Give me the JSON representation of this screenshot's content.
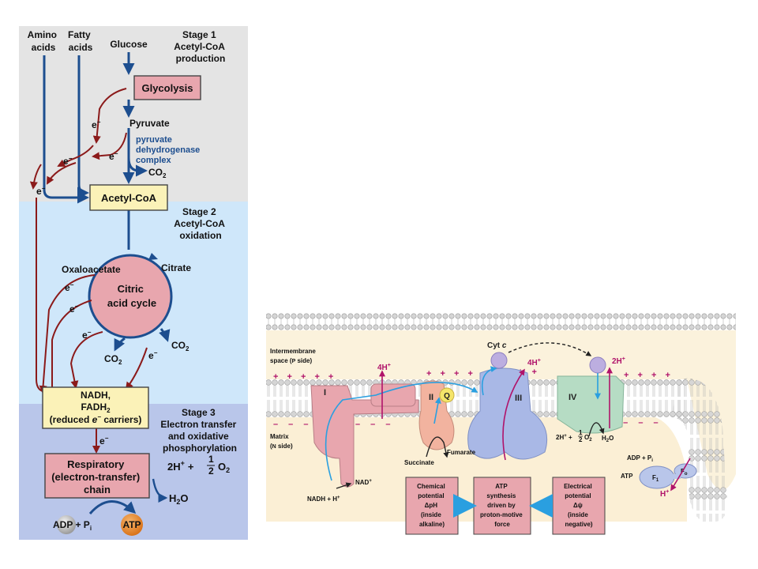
{
  "left": {
    "inputs": [
      "Amino acids",
      "Fatty acids",
      "Glucose"
    ],
    "amino_l1": "Amino",
    "amino_l2": "acids",
    "fatty_l1": "Fatty",
    "fatty_l2": "acids",
    "glucose": "Glucose",
    "stage1": [
      "Stage 1",
      "Acetyl-CoA",
      "production"
    ],
    "stage2": [
      "Stage 2",
      "Acetyl-CoA",
      "oxidation"
    ],
    "stage3": [
      "Stage 3",
      "Electron transfer",
      "and oxidative",
      "phosphorylation"
    ],
    "glycolysis": "Glycolysis",
    "pyruvate": "Pyruvate",
    "pdh": [
      "pyruvate",
      "dehydrogenase",
      "complex"
    ],
    "co2": "CO",
    "co2_sub": "2",
    "acetyl_coa": "Acetyl-CoA",
    "citric_l1": "Citric",
    "citric_l2": "acid cycle",
    "oxaloacetate": "Oxaloacetate",
    "citrate": "Citrate",
    "electron": "e",
    "electron_sup": "−",
    "nadh_l1": "NADH,",
    "nadh_l2": "FADH",
    "nadh_l2_sub": "2",
    "nadh_l3a": "(reduced ",
    "nadh_l3b": " carriers)",
    "resp_l1": "Respiratory",
    "resp_l2": "(electron-transfer)",
    "resp_l3": "chain",
    "h_plus": "2H",
    "h_sup": "+",
    "plus": "+",
    "half_num": "1",
    "half_den": "2",
    "o2": "O",
    "o2_sub": "2",
    "water": "H",
    "water_sub": "2",
    "water_o": "O",
    "adp": "ADP + P",
    "adp_sub": "i",
    "atp": "ATP"
  },
  "right": {
    "ims_l1": "Intermembrane",
    "ims_l2a": "space (",
    "ims_l2b": "P",
    "ims_l2c": " side)",
    "matrix_l1": "Matrix",
    "matrix_l2a": "(",
    "matrix_l2b": "N",
    "matrix_l2c": " side)",
    "cytc": "Cyt ",
    "cytc_i": "c",
    "h4": "4H",
    "h2": "2H",
    "hsup": "+",
    "complex_I": "I",
    "complex_II": "II",
    "complex_III": "III",
    "complex_IV": "IV",
    "q": "Q",
    "succinate": "Succinate",
    "fumarate": "Fumarate",
    "nad": "NAD",
    "nadh": "NADH + H",
    "civ_a": "2H",
    "civ_b": " + ",
    "civ_c": "O",
    "civ_h2o": "H",
    "civ_h2o_b": "O",
    "adp_pi": "ADP + P",
    "pi_sub": "i",
    "atp": "ATP",
    "fo": "F",
    "fo_sub": "o",
    "f1": "F",
    "f1_sub": "1",
    "hplus_out": "H",
    "box1": [
      "Chemical",
      "potential",
      "ΔpH",
      "(inside",
      "alkaline)"
    ],
    "box2": [
      "ATP",
      "synthesis",
      "driven by",
      "proton-motive",
      "force"
    ],
    "box3": [
      "Electrical",
      "potential",
      "Δψ",
      "(inside",
      "negative)"
    ]
  },
  "colors": {
    "stage1_bg": "#e4e4e4",
    "stage2_bg": "#cfe7fa",
    "stage3_bg": "#b9c6ea",
    "pink_box": "#e8a6ae",
    "yellow_box": "#fbf2b8",
    "blue_arrow": "#1d4e8f",
    "red_arrow": "#8b1a1a",
    "magenta": "#b0136a",
    "cyan": "#2a9fe0"
  }
}
